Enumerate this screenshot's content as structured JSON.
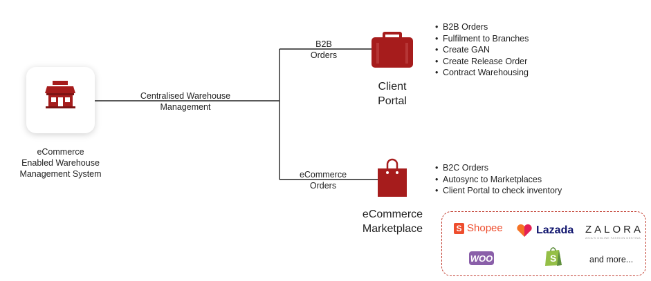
{
  "wms": {
    "label_lines": [
      "eCommerce",
      "Enabled Warehouse",
      "Management System"
    ],
    "icon": "warehouse-store-icon"
  },
  "main_connector": {
    "label_lines": [
      "Centralised Warehouse",
      "Management"
    ]
  },
  "b2b_branch": {
    "label_lines": [
      "B2B",
      "Orders"
    ]
  },
  "ecommerce_branch": {
    "label_lines": [
      "eCommerce",
      "Orders"
    ]
  },
  "client_portal": {
    "icon": "briefcase-icon",
    "title_lines": [
      "Client",
      "Portal"
    ],
    "features": [
      "B2B Orders",
      "Fulfilment to Branches",
      "Create GAN",
      "Create Release Order",
      "Contract Warehousing"
    ]
  },
  "marketplace": {
    "icon": "shopping-bag-icon",
    "title_lines": [
      "eCommerce",
      "Marketplace"
    ],
    "features": [
      "B2C Orders",
      "Autosync to Marketplaces",
      "Client Portal to check inventory"
    ]
  },
  "marketplace_logos": {
    "shopee": "Shopee",
    "lazada": "Lazada",
    "zalora": "ZALORA",
    "zalora_sub": "ASIA'S ONLINE FASHION DESTINATION",
    "woo": "WOO",
    "more": "and more..."
  },
  "colors": {
    "accent": "#a61c1c",
    "line": "#222222",
    "dashed_border": "#c0392b"
  }
}
